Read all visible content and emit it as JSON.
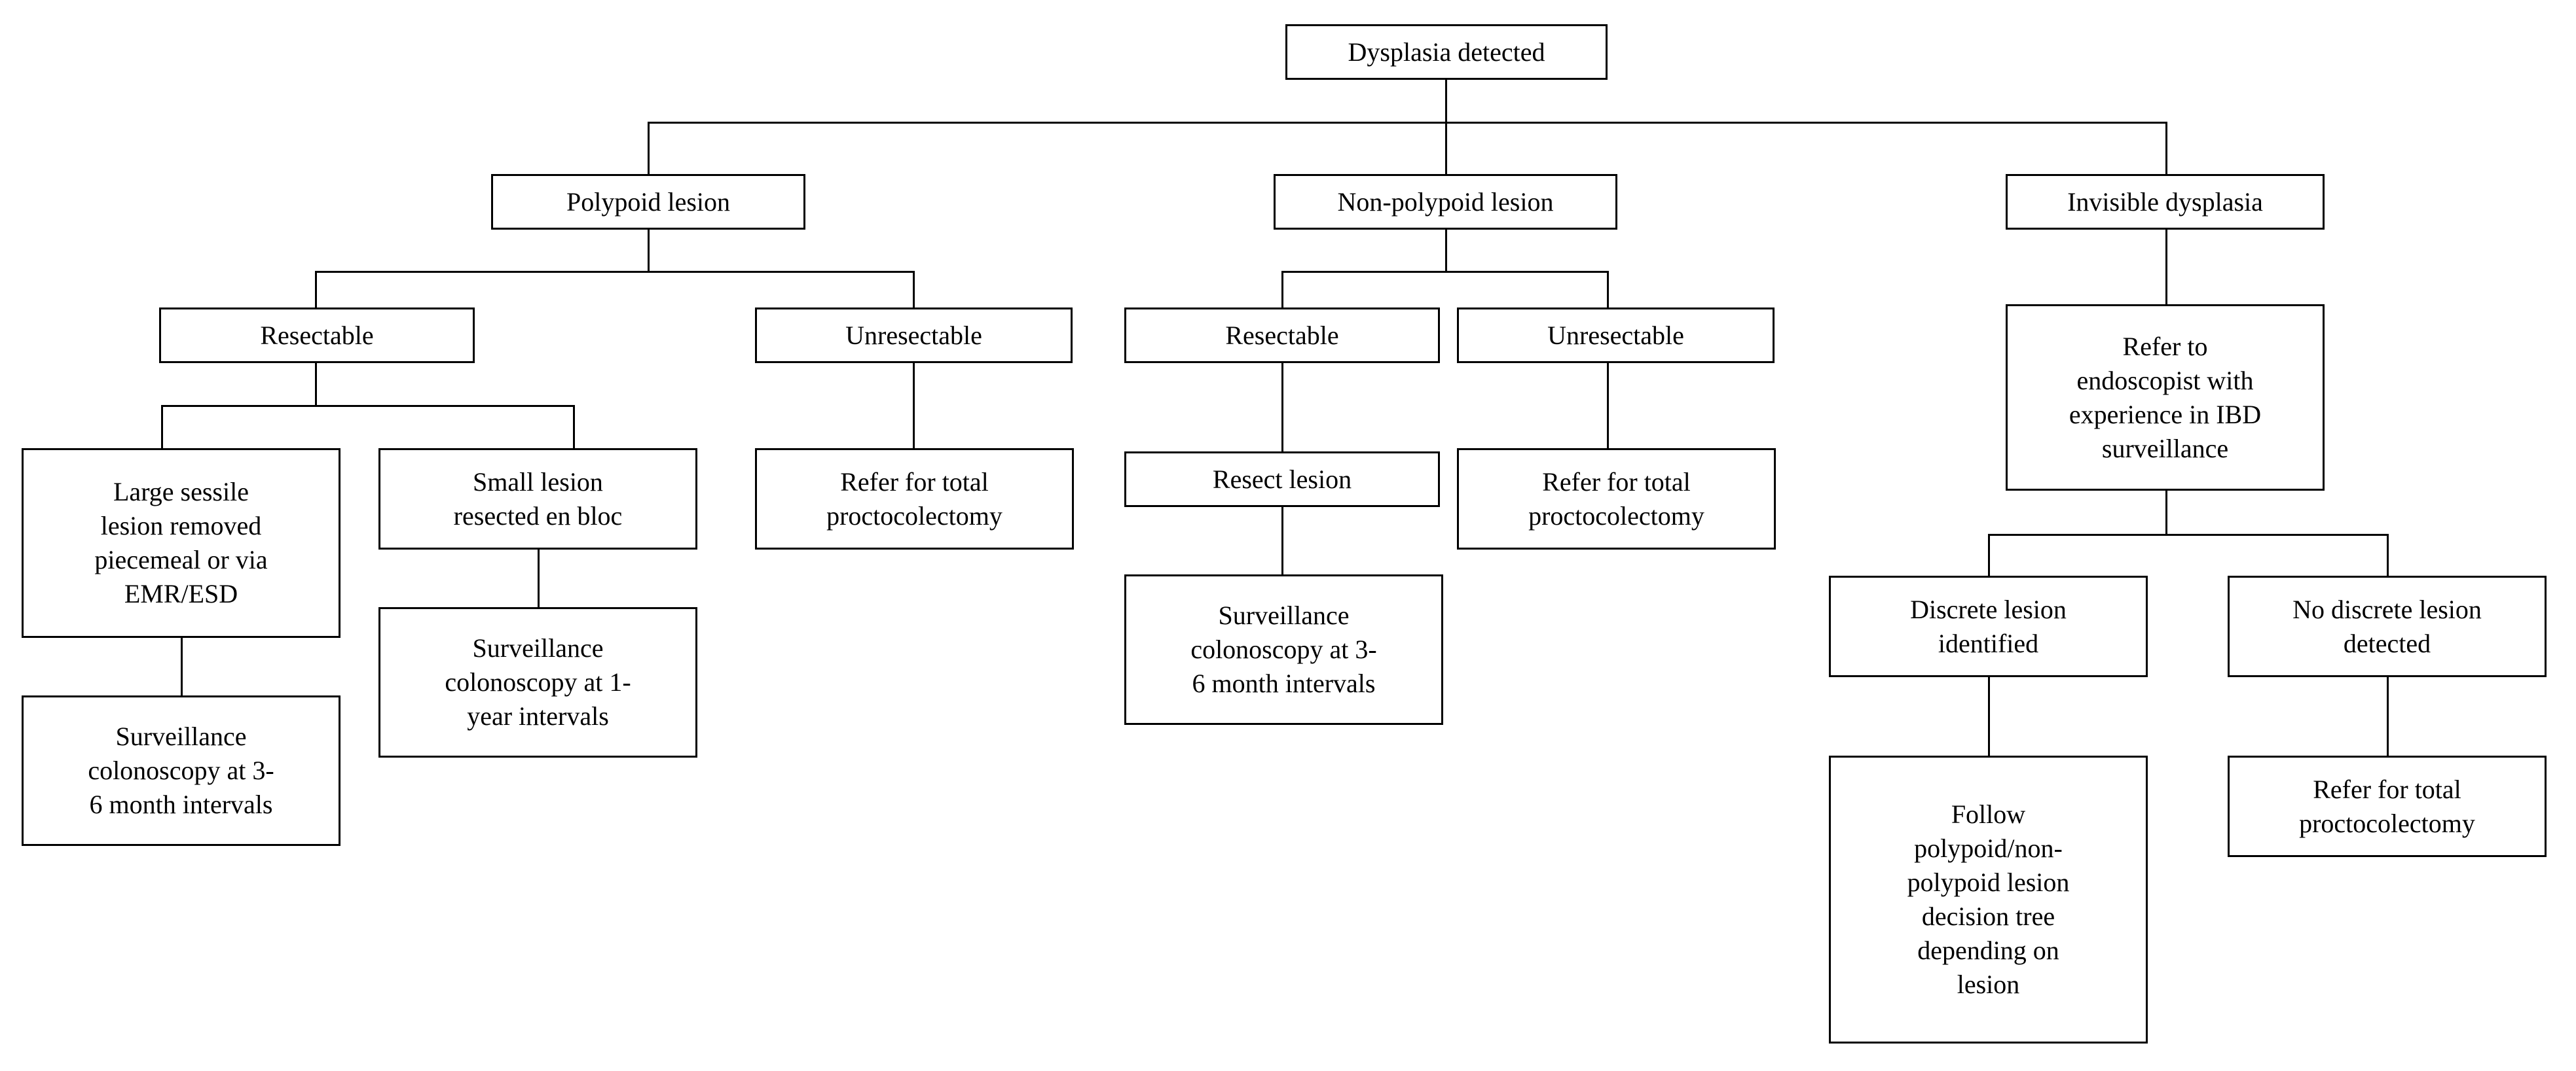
{
  "diagram": {
    "title": "Dysplasia detected decision tree",
    "type": "flowchart",
    "orientation": "top-down",
    "line_color": "#000000",
    "box_border_color": "#000000",
    "box_fill_color": "#ffffff",
    "text_color": "#000000"
  },
  "nodes": {
    "root": "Dysplasia detected",
    "polypoid": "Polypoid lesion",
    "nonpolypoid": "Non-polypoid lesion",
    "invisible": "Invisible dysplasia",
    "p_resectable": "Resectable",
    "p_unresectable": "Unresectable",
    "np_resectable": "Resectable",
    "np_unresectable": "Unresectable",
    "p_large_sessile": "Large sessile\nlesion removed\npiecemeal or via\nEMR/ESD",
    "p_small_enbloc": "Small lesion\nresected en bloc",
    "p_unres_refer": "Refer for total\nproctocolectomy",
    "p_large_surv": "Surveillance\ncolonoscopy at 3-\n6 month intervals",
    "p_small_surv": "Surveillance\ncolonoscopy at 1-\nyear intervals",
    "np_resect_lesion": "Resect lesion",
    "np_unres_refer": "Refer for total\nproctocolectomy",
    "np_surv": "Surveillance\ncolonoscopy at 3-\n6 month intervals",
    "inv_refer_endoscopist": "Refer to\nendoscopist with\nexperience in IBD\nsurveillance",
    "inv_discrete": "Discrete lesion\nidentified",
    "inv_no_discrete": "No discrete lesion\ndetected",
    "inv_follow_tree": "Follow\npolypoid/non-\npolypoid lesion\ndecision tree\ndepending on\nlesion",
    "inv_refer_procto": "Refer for total\nproctocolectomy"
  }
}
